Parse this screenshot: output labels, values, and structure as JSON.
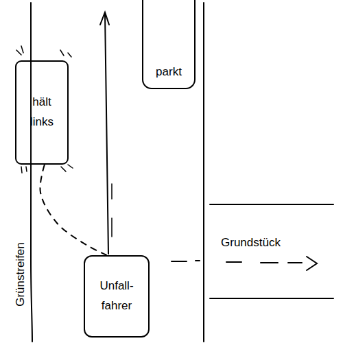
{
  "diagram": {
    "nodes": [
      {
        "text": [
          "hält links"
        ]
      },
      {
        "text": [
          "parkt"
        ]
      },
      {
        "text": [
          "Unfall- fahrer"
        ]
      }
    ],
    "edges": [
      {
        "from": 0,
        "to": 2,
        "arrow": "none"
      }
    ],
    "labels": [
      "Grundstück",
      "Grünstreifen"
    ]
  }
}
